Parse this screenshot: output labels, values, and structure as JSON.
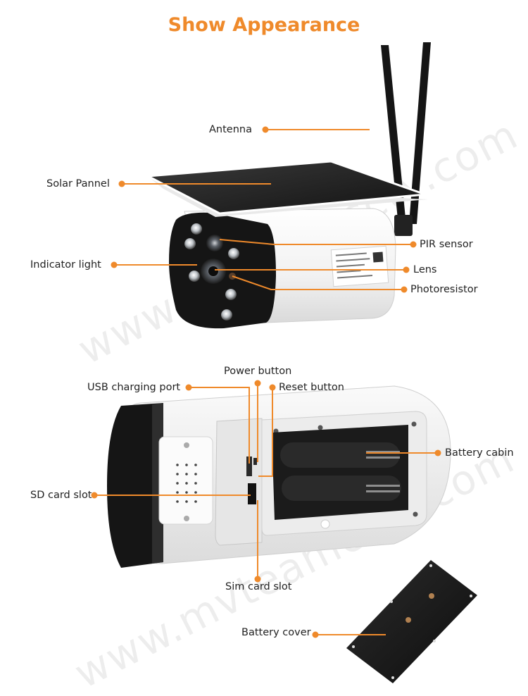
{
  "title": "Show Appearance",
  "watermark": "www.mvteamcctv.com",
  "colors": {
    "accent": "#ef8a2b",
    "text": "#222222",
    "camera_body": "#f4f4f4",
    "camera_dark": "#1a1a1a"
  },
  "callouts": {
    "antenna": "Antenna",
    "solar_panel": "Solar Pannel",
    "indicator_light": "Indicator light",
    "pir_sensor": "PIR sensor",
    "lens": "Lens",
    "photoresistor": "Photoresistor",
    "power_button": "Power button",
    "usb_charging_port": "USB charging port",
    "reset_button": "Reset button",
    "battery_cabin": "Battery cabin",
    "sd_card_slot": "SD card slot",
    "sim_card_slot": "Sim card slot",
    "battery_cover": "Battery cover"
  }
}
